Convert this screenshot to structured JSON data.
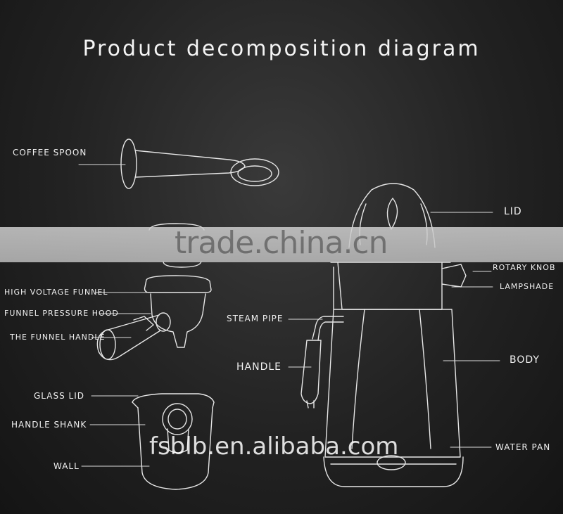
{
  "title": "Product decomposition diagram",
  "watermarks": {
    "top": "trade.china.cn",
    "bottom": "fsblb.en.alibaba.com"
  },
  "labels": {
    "coffee_spoon": "coffee spoon",
    "high_voltage_funnel": "high voltage funnel",
    "funnel_pressure_hood": "funnel pressure hood",
    "funnel_handle": "the funnel handle",
    "glass_lid": "glass lid",
    "handle_shank": "handle shank",
    "wall": "wall",
    "lid": "lid",
    "rotary_knob": "rotary knob",
    "lampshade": "lampshade",
    "steam_pipe": "steam pipe",
    "handle": "handle",
    "body": "body",
    "water_pan": "water pan"
  },
  "colors": {
    "line": "#e8e8e8",
    "band": "#c6c6c6"
  }
}
